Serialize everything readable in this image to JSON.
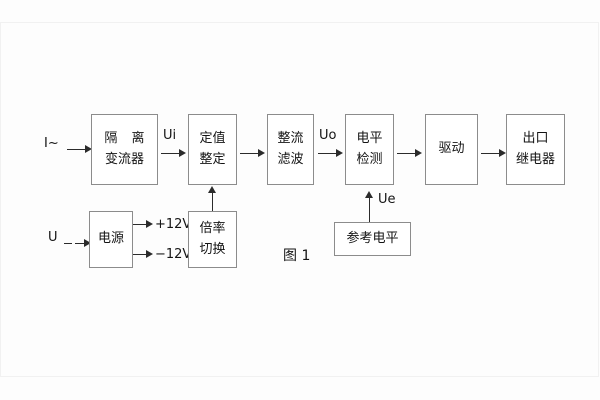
{
  "figure": {
    "caption": "图 1",
    "background": "#fdfdfd",
    "line_color": "#2b2b2b",
    "box_border": "#8c8c8c"
  },
  "inputs": [
    {
      "name": "current-input",
      "label": "I~"
    },
    {
      "name": "voltage-input",
      "label": "U"
    }
  ],
  "signal_labels": [
    {
      "name": "signal-ui",
      "label": "Ui"
    },
    {
      "name": "signal-uo",
      "label": "Uo"
    },
    {
      "name": "signal-ue",
      "label": "Ue"
    }
  ],
  "power_rails": [
    {
      "name": "rail-positive",
      "label": "+12V"
    },
    {
      "name": "rail-negative",
      "label": "−12V"
    }
  ],
  "blocks": [
    {
      "name": "isolation-transformer",
      "lines": [
        "隔 离",
        "变流器"
      ],
      "spaced_first": true
    },
    {
      "name": "setpoint-adjust",
      "lines": [
        "定值",
        "整定"
      ],
      "spaced_first": false
    },
    {
      "name": "rectify-filter",
      "lines": [
        "整流",
        "滤波"
      ],
      "spaced_first": false
    },
    {
      "name": "level-detect",
      "lines": [
        "电平",
        "检测"
      ],
      "spaced_first": false
    },
    {
      "name": "drive",
      "lines": [
        "驱动"
      ],
      "spaced_first": false
    },
    {
      "name": "output-relay",
      "lines": [
        "出口",
        "继电器"
      ],
      "spaced_first": false
    },
    {
      "name": "power-supply",
      "lines": [
        "电源"
      ],
      "spaced_first": false
    },
    {
      "name": "multiplier-switch",
      "lines": [
        "倍率",
        "切换"
      ],
      "spaced_first": false
    },
    {
      "name": "reference-level",
      "lines": [
        "参考电平"
      ],
      "spaced_first": false
    }
  ]
}
